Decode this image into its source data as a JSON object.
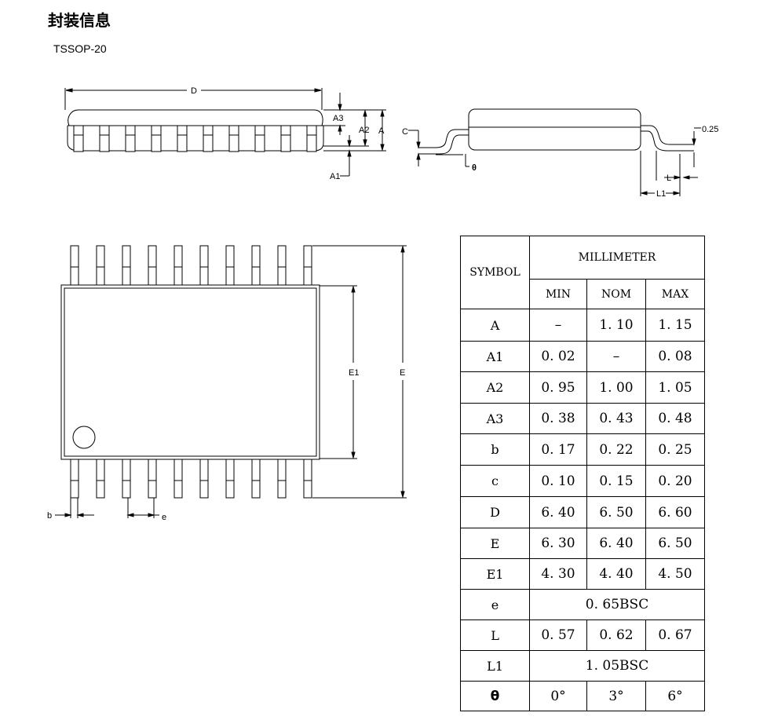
{
  "header": {
    "title": "封装信息",
    "package_name": "TSSOP-20"
  },
  "drawing_labels": {
    "D": "D",
    "A3": "A3",
    "A2": "A2",
    "A": "A",
    "A1": "A1",
    "C": "C",
    "theta": "θ",
    "val_025": "0.25",
    "L": "L",
    "L1": "L1",
    "E1": "E1",
    "E": "E",
    "b": "b",
    "e": "e"
  },
  "table": {
    "symbol_header": "SYMBOL",
    "unit_header": "MILLIMETER",
    "col_min": "MIN",
    "col_nom": "NOM",
    "col_max": "MAX",
    "rows": [
      {
        "symbol": "A",
        "min": "–",
        "nom": "1. 10",
        "max": "1. 15"
      },
      {
        "symbol": "A1",
        "min": "0. 02",
        "nom": "–",
        "max": "0. 08"
      },
      {
        "symbol": "A2",
        "min": "0. 95",
        "nom": "1. 00",
        "max": "1. 05"
      },
      {
        "symbol": "A3",
        "min": "0. 38",
        "nom": "0. 43",
        "max": "0. 48"
      },
      {
        "symbol": "b",
        "min": "0. 17",
        "nom": "0. 22",
        "max": "0. 25"
      },
      {
        "symbol": "c",
        "min": "0. 10",
        "nom": "0. 15",
        "max": "0. 20"
      },
      {
        "symbol": "D",
        "min": "6. 40",
        "nom": "6. 50",
        "max": "6. 60"
      },
      {
        "symbol": "E",
        "min": "6. 30",
        "nom": "6. 40",
        "max": "6. 50"
      },
      {
        "symbol": "E1",
        "min": "4. 30",
        "nom": "4. 40",
        "max": "4. 50"
      },
      {
        "symbol": "e",
        "span": "0. 65BSC"
      },
      {
        "symbol": "L",
        "min": "0. 57",
        "nom": "0. 62",
        "max": "0. 67"
      },
      {
        "symbol": "L1",
        "span": "1. 05BSC"
      },
      {
        "symbol": "θ",
        "min": "0°",
        "nom": "3°",
        "max": "6°"
      }
    ]
  }
}
